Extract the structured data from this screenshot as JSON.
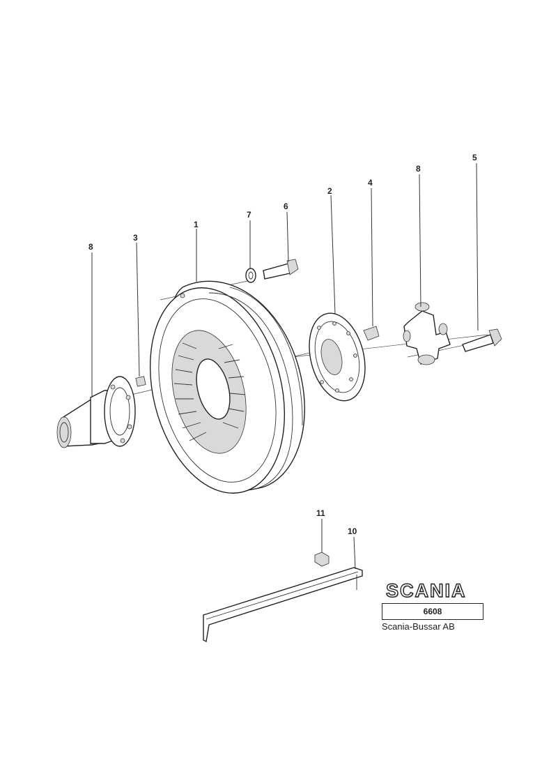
{
  "diagram": {
    "callouts": [
      {
        "id": "c1",
        "label": "1"
      },
      {
        "id": "c2",
        "label": "2"
      },
      {
        "id": "c3",
        "label": "3"
      },
      {
        "id": "c4",
        "label": "4"
      },
      {
        "id": "c5",
        "label": "5"
      },
      {
        "id": "c6",
        "label": "6"
      },
      {
        "id": "c7",
        "label": "7"
      },
      {
        "id": "c8a",
        "label": "8"
      },
      {
        "id": "c8b",
        "label": "8"
      },
      {
        "id": "c10",
        "label": "10"
      },
      {
        "id": "c11",
        "label": "11"
      }
    ]
  },
  "title_block": {
    "logo_text": "SCANIA",
    "doc_number": "6608",
    "company": "Scania-Bussar AB"
  }
}
